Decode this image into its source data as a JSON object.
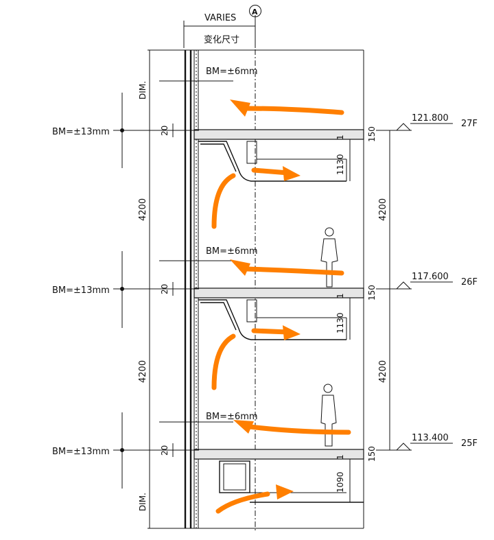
{
  "header": {
    "width_label": "VARIES",
    "width_label_cn": "变化尺寸",
    "grid_marker": "A"
  },
  "labels": {
    "bm_panel": "BM=±6mm",
    "bm_floor": "BM=±13mm",
    "dim": "DIM.",
    "gap": "20",
    "floor_height": "4200",
    "slab": "150",
    "ceiling_zone_top": "1130",
    "ceiling_zone_bottom": "1090",
    "ceiling_extra": "1"
  },
  "floors": [
    {
      "name": "27F",
      "level": "121.800"
    },
    {
      "name": "26F",
      "level": "117.600"
    },
    {
      "name": "25F",
      "level": "113.400"
    }
  ],
  "colors": {
    "airflow": "#ff7f00",
    "line": "#111111"
  }
}
